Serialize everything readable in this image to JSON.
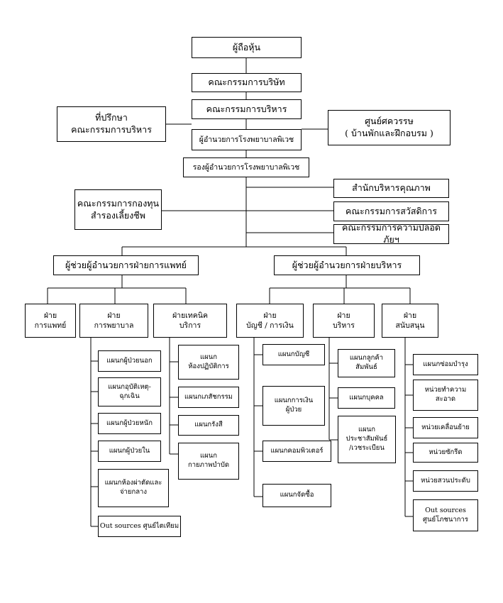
{
  "chart": {
    "shareholders": "ผู้ถือหุ้น",
    "board_of_directors": "คณะกรรมการบริษัท",
    "executive_committee": "คณะกรรมการบริหาร",
    "advisor": "ที่ปรึกษา\nคณะกรรมการบริหาร",
    "wellness_center": "ศูนย์ศควรรษ\n( บ้านพักและฝึกอบรม )",
    "hospital_director": "ผู้อำนวยการโรงพยาบาลพิเวช",
    "deputy_director": "รองผู้อำนวยการโรงพยาบาลพิเวช",
    "provident_fund": "คณะกรรมการกองทุน\nสำรองเลี้ยงชีพ",
    "quality_office": "สำนักบริหารคุณภาพ",
    "welfare_committee": "คณะกรรมการสวัสดิการ",
    "safety_committee": "คณะกรรมการความปลอดภัยฯ",
    "asst_medical": "ผู้ช่วยผู้อำนวยการฝ่ายการแพทย์",
    "asst_admin": "ผู้ช่วยผู้อำนวยการฝ่ายบริหาร",
    "dept_medical": "ฝ่าย\nการแพทย์",
    "dept_nursing": "ฝ่าย\nการพยาบาล",
    "dept_technical": "ฝ่ายเทคนิค\nบริการ",
    "dept_accounting": "ฝ่าย\nบัญชี / การเงิน",
    "dept_administration": "ฝ่าย\nบริหาร",
    "dept_support": "ฝ่าย\nสนับสนุน",
    "nursing_units": [
      "แผนกผู้ป่วยนอก",
      "แผนกอุบัติเหตุ-\nฉุกเฉิน",
      "แผนกผู้ป่วยหนัก",
      "แผนกผู้ป่วยใน",
      "แผนกห้องผ่าตัดและ\nจ่ายกลาง",
      "Out sources ศูนย์ไตเทียม"
    ],
    "technical_units": [
      "แผนก\nห้องปฏิบัติการ",
      "แผนกเภสัชกรรม",
      "แผนกรังสี",
      "แผนก\nกายภาพบำบัด"
    ],
    "accounting_units": [
      "แผนกบัญชี",
      "แผนกการเงิน\nผู้ป่วย",
      "แผนกคอมพิวเตอร์",
      "แผนกจัดซื้อ"
    ],
    "administration_units": [
      "แผนกลูกค้า\nสัมพันธ์",
      "แผนกบุคคล",
      "แผนก\nประชาสัมพันธ์\n/เวชระเบียน"
    ],
    "support_units": [
      "แผนกซ่อมบำรุง",
      "หน่วยทำความ\nสะอาด",
      "หน่วยเคลื่อนย้าย",
      "หน่วยซักรีด",
      "หน่วยสวนประดับ",
      "Out sources\nศูนย์โภชนาการ"
    ]
  }
}
